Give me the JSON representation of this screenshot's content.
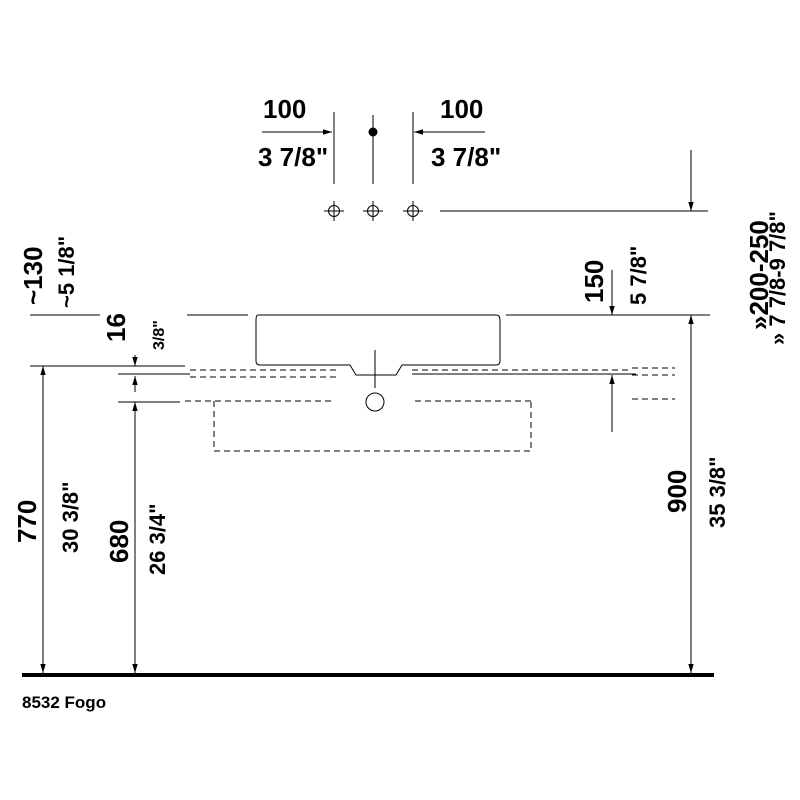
{
  "caption": "8532 Fogo",
  "dims": {
    "left_spacing": {
      "metric": "100",
      "imperial": "3 7/8\""
    },
    "right_spacing": {
      "metric": "100",
      "imperial": "3 7/8\""
    },
    "rim_offset": {
      "metric": "~130",
      "imperial": "~5 1/8\""
    },
    "counter_thickness": {
      "metric": "16",
      "imperial": "3/8\""
    },
    "faucet_height": {
      "metric": "150",
      "imperial": "5 7/8\""
    },
    "tap_height": {
      "metric": "»200-250",
      "imperial": "» 7 7/8-9 7/8\""
    },
    "counter_height": {
      "metric": "770",
      "imperial": "30 3/8\""
    },
    "waste_height": {
      "metric": "680",
      "imperial": "26 3/4\""
    },
    "rim_height": {
      "metric": "900",
      "imperial": "35 3/8\""
    }
  }
}
